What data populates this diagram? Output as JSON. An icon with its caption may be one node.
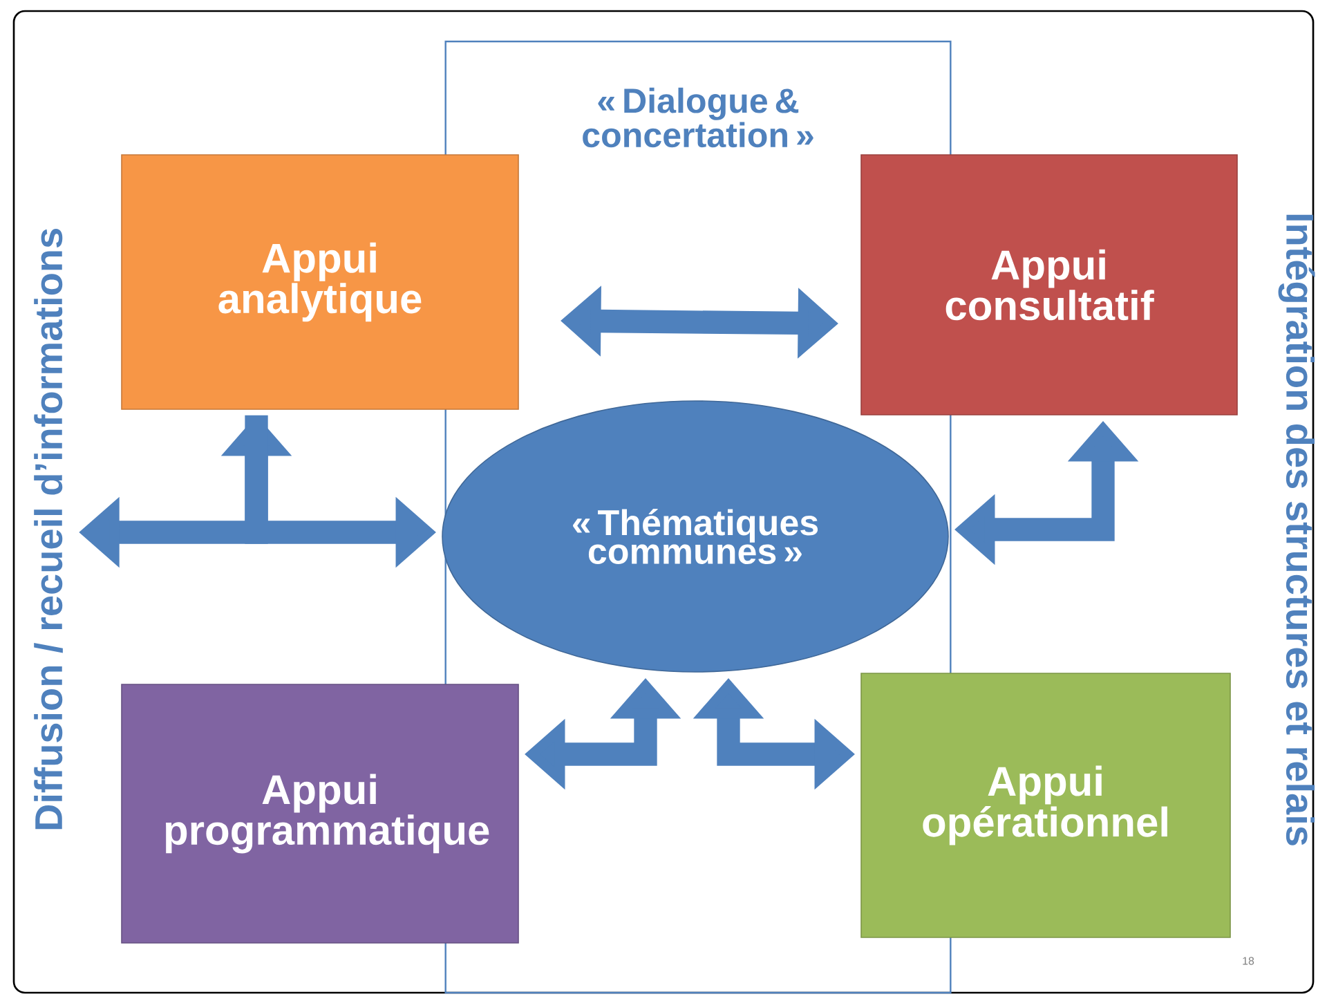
{
  "diagram": {
    "nodes": [
      {
        "text": [
          "« Dialogue & concertation »"
        ]
      },
      {
        "text": [
          "Appui analytique"
        ]
      },
      {
        "text": [
          "Appui consultatif"
        ]
      },
      {
        "text": [
          "« Thématiques communes »"
        ],
        "in": 0
      },
      {
        "text": [
          "Appui programmatique"
        ]
      },
      {
        "text": [
          "Appui opérationnel"
        ]
      },
      {
        "text": [
          "Diffusion / recueil d’informations"
        ]
      },
      {
        "text": [
          "Intégration des structures et relais"
        ]
      }
    ],
    "edges": [
      {
        "from": 1,
        "to": 2,
        "arrow": "both"
      },
      {
        "from": 6,
        "to": 1,
        "arrow": "both"
      },
      {
        "from": 1,
        "to": 3,
        "arrow": "to"
      },
      {
        "from": 3,
        "to": 2,
        "arrow": "both"
      },
      {
        "from": 4,
        "to": 3,
        "arrow": "both"
      },
      {
        "from": 3,
        "to": 5,
        "arrow": "both"
      }
    ],
    "labels": [
      "18"
    ]
  }
}
